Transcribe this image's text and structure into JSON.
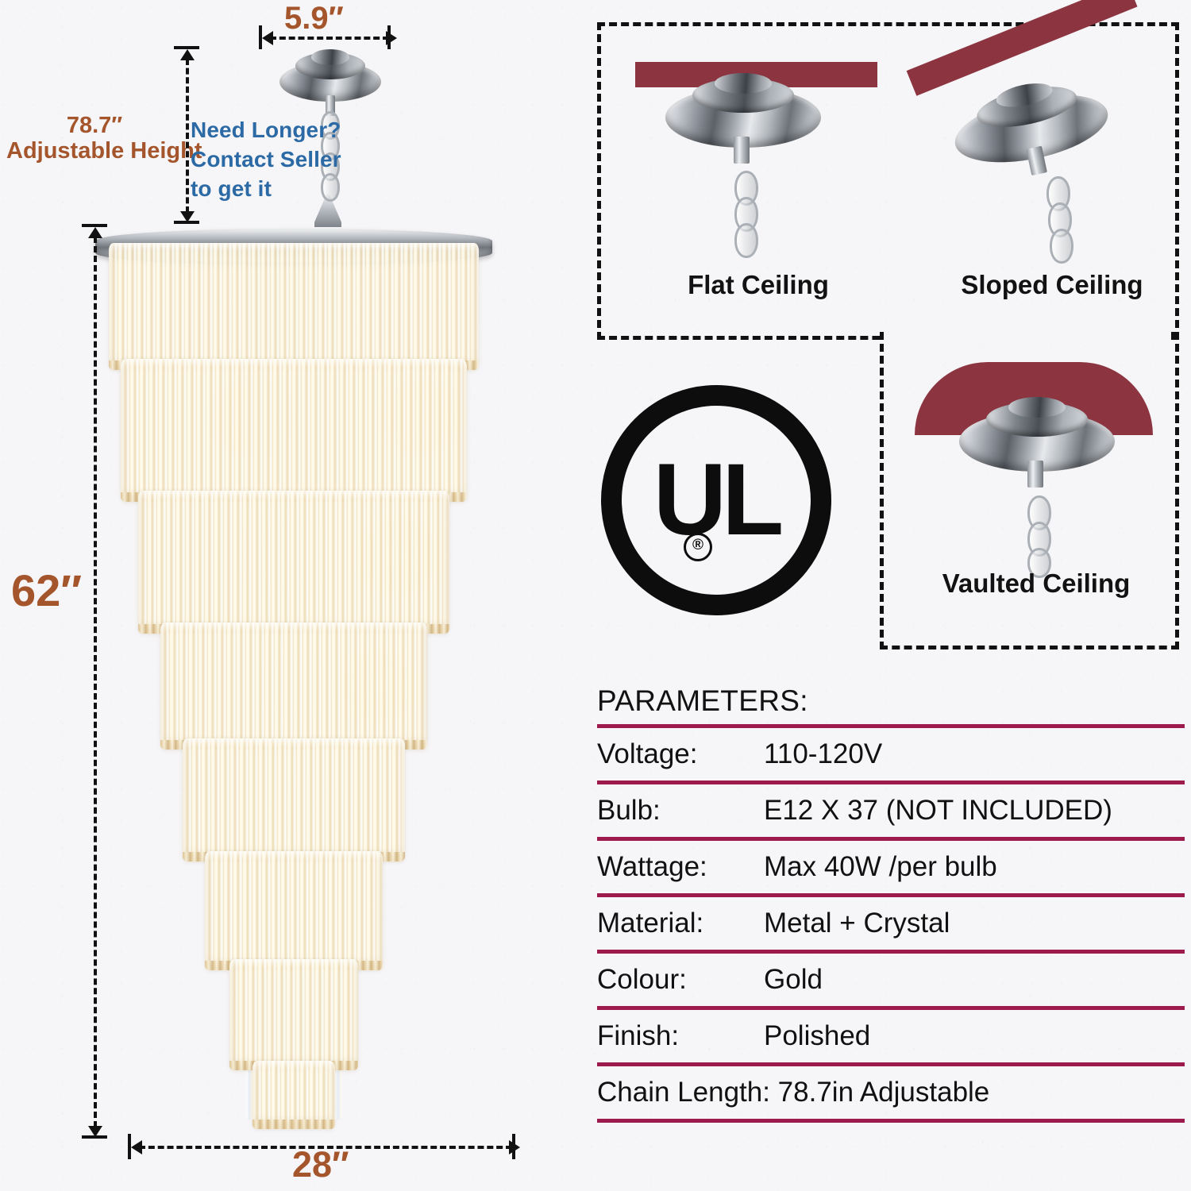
{
  "dimensions": {
    "width_top": "5.9″",
    "adjustable_height_value": "78.7″",
    "adjustable_height_label": "Adjustable Height",
    "total_height": "62″",
    "total_width": "28″"
  },
  "note": {
    "line1": "Need Longer?",
    "line2": "Contact Seller",
    "line3": "to get it"
  },
  "ceiling_types": {
    "flat": "Flat Ceiling",
    "sloped": "Sloped Ceiling",
    "vaulted": "Vaulted Ceiling"
  },
  "certification": {
    "mark": "UL",
    "registered": "®"
  },
  "parameters": {
    "title": "PARAMETERS:",
    "rows": [
      {
        "key": "Voltage:",
        "value": "110-120V"
      },
      {
        "key": "Bulb:",
        "value": "E12 X 37 (NOT INCLUDED)"
      },
      {
        "key": "Wattage:",
        "value": "Max 40W /per bulb"
      },
      {
        "key": "Material:",
        "value": "Metal + Crystal"
      },
      {
        "key": "Colour:",
        "value": "Gold"
      },
      {
        "key": "Finish:",
        "value": "Polished"
      }
    ],
    "footer_row": "Chain Length: 78.7in Adjustable"
  },
  "colors": {
    "dimension_text": "#a4552b",
    "note_text": "#2c6aa6",
    "table_rule": "#9c1b4c",
    "ceiling_slab": "#8c3440",
    "background": "#f6f5f7",
    "ink": "#111111"
  }
}
